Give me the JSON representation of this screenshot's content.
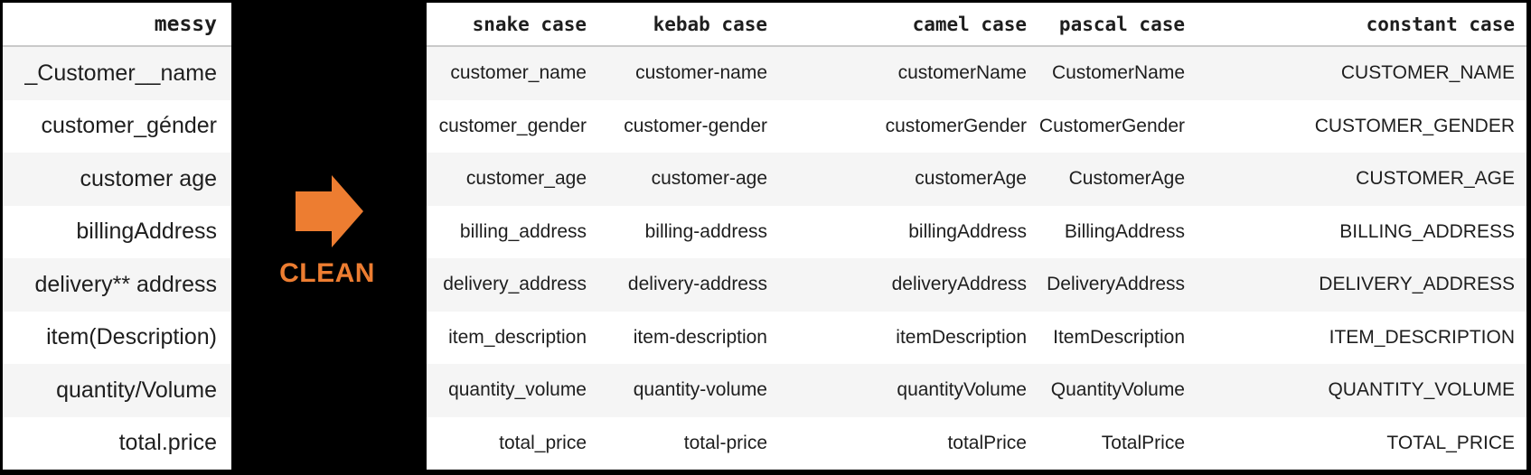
{
  "accent_color": "#ED7D31",
  "arrow": {
    "label": "CLEAN"
  },
  "messy_table": {
    "header": "messy",
    "rows": [
      "_Customer__name",
      "customer_génder",
      "customer age",
      "billingAddress",
      "delivery** address",
      "item(Description)",
      "quantity/Volume",
      "total.price"
    ]
  },
  "clean_table": {
    "headers": [
      "snake case",
      "kebab case",
      "camel case",
      "pascal case",
      "constant case"
    ],
    "rows": [
      [
        "customer_name",
        "customer-name",
        "customerName",
        "CustomerName",
        "CUSTOMER_NAME"
      ],
      [
        "customer_gender",
        "customer-gender",
        "customerGender",
        "CustomerGender",
        "CUSTOMER_GENDER"
      ],
      [
        "customer_age",
        "customer-age",
        "customerAge",
        "CustomerAge",
        "CUSTOMER_AGE"
      ],
      [
        "billing_address",
        "billing-address",
        "billingAddress",
        "BillingAddress",
        "BILLING_ADDRESS"
      ],
      [
        "delivery_address",
        "delivery-address",
        "deliveryAddress",
        "DeliveryAddress",
        "DELIVERY_ADDRESS"
      ],
      [
        "item_description",
        "item-description",
        "itemDescription",
        "ItemDescription",
        "ITEM_DESCRIPTION"
      ],
      [
        "quantity_volume",
        "quantity-volume",
        "quantityVolume",
        "QuantityVolume",
        "QUANTITY_VOLUME"
      ],
      [
        "total_price",
        "total-price",
        "totalPrice",
        "TotalPrice",
        "TOTAL_PRICE"
      ]
    ]
  }
}
